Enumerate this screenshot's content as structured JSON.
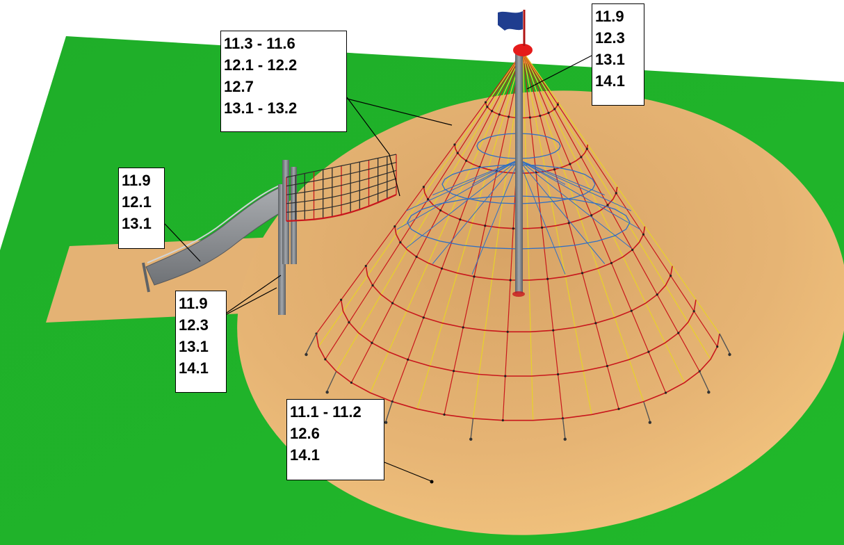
{
  "image": {
    "colors": {
      "grass": "#22b52b",
      "grass_dark": "#17a31f",
      "sand": "#e3b072",
      "sand_light": "#f4c47e",
      "rope_red": "#c8161c",
      "rope_blue": "#2f6fc4",
      "rope_yellow": "#e7d22a",
      "steel": "#8a8d91",
      "flag": "#1f3d8f",
      "mast_cap": "#e51b1b"
    }
  },
  "labels": [
    {
      "id": "mast",
      "lines": [
        "11.9",
        "12.3",
        "13.1",
        "14.1"
      ]
    },
    {
      "id": "bridge",
      "lines": [
        "11.3 - 11.6",
        "12.1 - 12.2",
        "12.7",
        "13.1 - 13.2"
      ]
    },
    {
      "id": "slide",
      "lines": [
        "11.9",
        "12.1",
        "13.1"
      ]
    },
    {
      "id": "posts",
      "lines": [
        "11.9",
        "12.3",
        "13.1",
        "14.1"
      ]
    },
    {
      "id": "surface",
      "lines": [
        "11.1 - 11.2",
        "12.6",
        "14.1"
      ]
    }
  ]
}
